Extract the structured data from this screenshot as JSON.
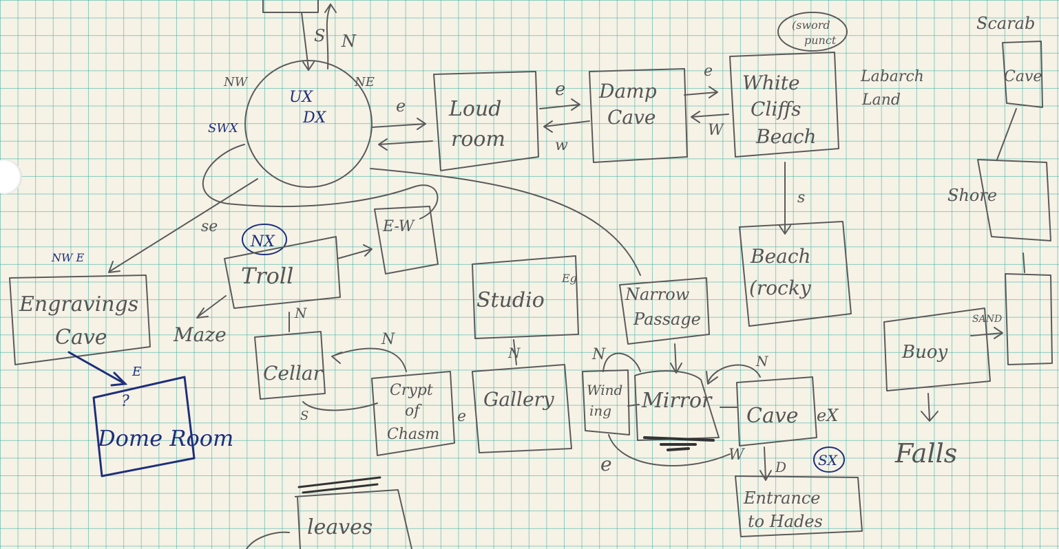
{
  "rooms": {
    "loud_room": [
      "Loud",
      "room"
    ],
    "damp_cave": [
      "Damp",
      "Cave"
    ],
    "white_cliffs_beach": [
      "White",
      "Cliffs",
      "Beach"
    ],
    "beach_rocky": [
      "Beach",
      "(rocky"
    ],
    "troll": "Troll",
    "ew": "E-W",
    "engravings_cave": [
      "Engravings",
      "Cave"
    ],
    "dome_room": "Dome Room",
    "cellar": "Cellar",
    "studio": "Studio",
    "gallery": "Gallery",
    "crypt_of_chasm": [
      "Crypt",
      "of",
      "Chasm"
    ],
    "narrow_passage": [
      "Narrow",
      "Passage"
    ],
    "winding": [
      "Wind",
      "ing"
    ],
    "mirror": "Mirror",
    "cave": "Cave",
    "entrance_to_hades": [
      "Entrance",
      "to Hades"
    ],
    "buoy": "Buoy",
    "falls": "Falls",
    "scarab": "Scarab",
    "cave_right": "Cave",
    "shore": "Shore",
    "leaves": "leaves",
    "landmark_land": [
      "Labarch",
      "Land"
    ]
  },
  "labels": {
    "s_top": "S",
    "n_top": "N",
    "nw": "NW",
    "ne": "NE",
    "swx": "SWX",
    "ux": "UX",
    "dx": "DX",
    "e_round": "e",
    "e_loud": "e",
    "w_loud": "w",
    "e_damp": "e",
    "w_damp": "W",
    "s_beach": "s",
    "se": "se",
    "nw_e": "NW E",
    "nx": "NX",
    "maze": "Maze",
    "n_troll": "N",
    "n_crypt": "N",
    "s_cellar": "S",
    "e_crypt": "e",
    "n_studio": "N",
    "eg": "Eg",
    "n_winding": "N",
    "n_cave": "N",
    "e_winding": "e",
    "w_cave": "W",
    "ex": "eX",
    "d": "D",
    "sx": "SX",
    "e_dome": "E",
    "question": "?",
    "sand": "SAND",
    "sword_punct": [
      "(sword",
      "punct"
    ]
  }
}
